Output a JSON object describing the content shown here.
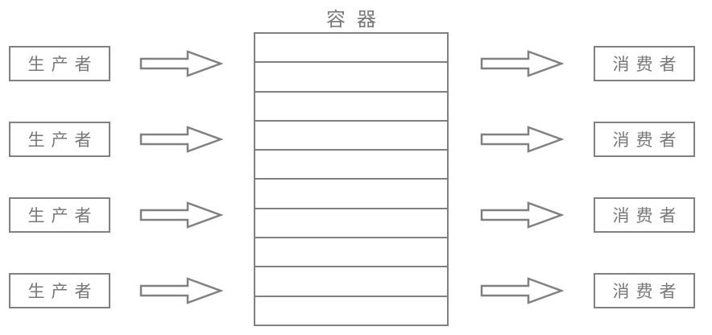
{
  "diagram": {
    "title": "容器",
    "producers": [
      "生产者",
      "生产者",
      "生产者",
      "生产者"
    ],
    "consumers": [
      "消费者",
      "消费者",
      "消费者",
      "消费者"
    ],
    "container_slots": 10,
    "arrows": {
      "left_count": 4,
      "right_count": 4,
      "direction": "right"
    },
    "colors": {
      "stroke": "#808080",
      "text": "#787878",
      "background": "#ffffff"
    }
  }
}
